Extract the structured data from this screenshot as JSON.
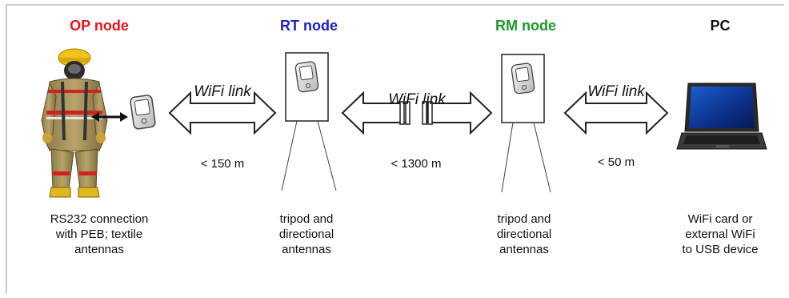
{
  "nodes": [
    {
      "title": "OP node",
      "color": "#e8141b",
      "caption": [
        "RS232 connection",
        "with PEB; textile",
        "antennas"
      ]
    },
    {
      "title": "RT node",
      "color": "#1d20c9",
      "caption": [
        "tripod and",
        "directional",
        "antennas"
      ]
    },
    {
      "title": "RM node",
      "color": "#1a9b25",
      "caption": [
        "tripod and",
        "directional",
        "antennas"
      ]
    },
    {
      "title": "PC",
      "color": "#111111",
      "caption": [
        "WiFi card or",
        "external WiFi",
        "to USB device"
      ]
    }
  ],
  "links": [
    {
      "label": "WiFi link",
      "distance": "< 150 m"
    },
    {
      "label": "WiFi link",
      "distance": "< 1300 m"
    },
    {
      "label": "WiFi link",
      "distance": "< 50 m"
    }
  ]
}
